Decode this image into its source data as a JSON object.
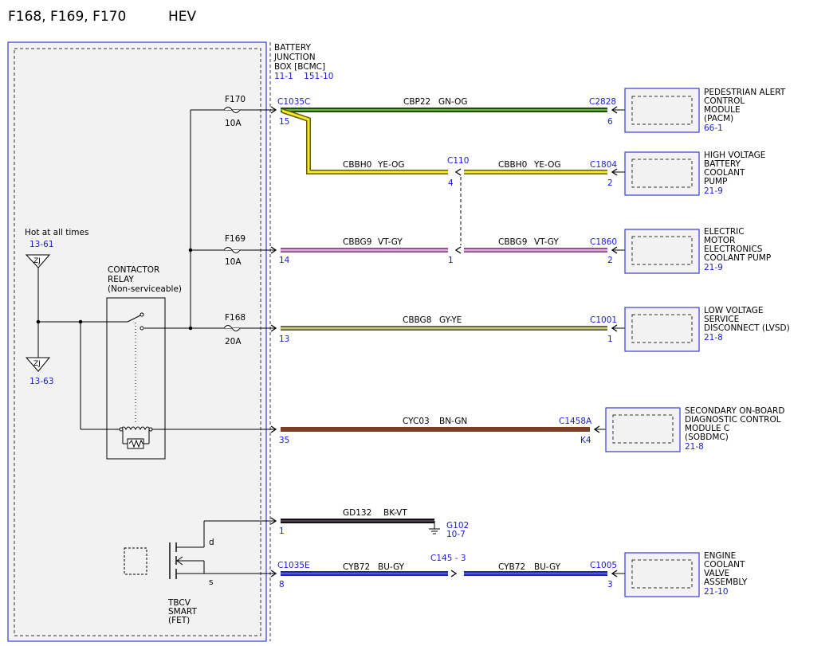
{
  "header": {
    "fuses_title": "F168, F169, F170",
    "variant": "HEV"
  },
  "bjb": {
    "name_lines": [
      "BATTERY",
      "JUNCTION",
      "BOX [BCMC]"
    ],
    "ref": "11-1    151-10"
  },
  "hot": {
    "label": "Hot at all times",
    "ref_top": "13-61",
    "ref_bottom": "13-63",
    "symbol": "ZJ"
  },
  "relay": {
    "lines": [
      "CONTACTOR",
      "RELAY",
      "(Non-serviceable)"
    ]
  },
  "fet": {
    "d": "d",
    "s": "s",
    "lines": [
      "TBCV",
      "SMART",
      "(FET)"
    ]
  },
  "fuses": [
    {
      "id": "F170",
      "rating": "10A"
    },
    {
      "id": "F169",
      "rating": "10A"
    },
    {
      "id": "F168",
      "rating": "20A"
    }
  ],
  "circuits": [
    {
      "conn": "C1035C",
      "pin": "15",
      "wire": "CBP22",
      "color": "GN-OG",
      "far_conn": "C2828",
      "far_pin": "6",
      "module": [
        "PEDESTRIAN ALERT",
        "CONTROL",
        "MODULE",
        "(PACM)"
      ],
      "module_ref": "66-1"
    },
    {
      "wire": "CBBH0",
      "color": "YE-OG",
      "splice": "C110",
      "splice_pin": "4",
      "far_conn": "C1804",
      "far_pin": "2",
      "module": [
        "HIGH VOLTAGE",
        "BATTERY",
        "COOLANT",
        "PUMP"
      ],
      "module_ref": "21-9"
    },
    {
      "pin": "14",
      "wire": "CBBG9",
      "color": "VT-GY",
      "splice_pin": "1",
      "far_conn": "C1860",
      "far_pin": "2",
      "module": [
        "ELECTRIC",
        "MOTOR",
        "ELECTRONICS",
        "COOLANT PUMP"
      ],
      "module_ref": "21-9"
    },
    {
      "pin": "13",
      "wire": "CBBG8",
      "color": "GY-YE",
      "far_conn": "C1001",
      "far_pin": "1",
      "module": [
        "LOW VOLTAGE",
        "SERVICE",
        "DISCONNECT (LVSD)"
      ],
      "module_ref": "21-8"
    },
    {
      "pin": "35",
      "wire": "CYC03",
      "color": "BN-GN",
      "far_conn": "C1458A",
      "far_pin": "K4",
      "module": [
        "SECONDARY ON-BOARD",
        "DIAGNOSTIC CONTROL",
        "MODULE C",
        "(SOBDMC)"
      ],
      "module_ref": "21-8"
    },
    {
      "pin": "1",
      "wire": "GD132",
      "color": "BK-VT",
      "ground": "G102",
      "ground_ref": "10-7"
    },
    {
      "conn": "C1035E",
      "pin": "8",
      "wire": "CYB72",
      "color": "BU-GY",
      "inline": "C145 - 3",
      "far_conn": "C1005",
      "far_pin": "3",
      "module": [
        "ENGINE",
        "COOLANT",
        "VALVE",
        "ASSEMBLY"
      ],
      "module_ref": "21-10"
    }
  ],
  "colors": {
    "frame_blue": "#3a3ad8",
    "ref_blue": "#1a1adb",
    "green": "#2f7a1a",
    "yellow": "#e8dc1e",
    "violet": "#d98fd0",
    "gray_yellow": "#a4a77a",
    "brown": "#8a4a2a",
    "black": "#111111",
    "blue": "#2a2ad4"
  }
}
